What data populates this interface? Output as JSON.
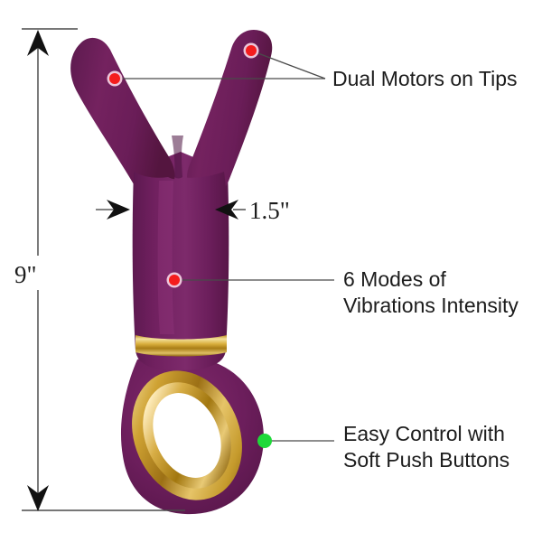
{
  "diagram": {
    "title": "Dual-prong massager product dimension diagram",
    "background_color": "#ffffff",
    "body_color": "#6e1f5e",
    "body_color_dark": "#5d1950",
    "body_color_light": "#8a2d74",
    "gold_color": "#c9992b",
    "gold_highlight": "#f0d98a",
    "gold_dark": "#8a6412",
    "marker_red": "#f41d1d",
    "marker_green": "#1fd93a",
    "line_color": "#4a4a4a"
  },
  "dimensions": {
    "height_label": "9\"",
    "width_label": "1.5\""
  },
  "annotations": [
    {
      "id": "dual-motors",
      "text": "Dual Motors on Tips",
      "marker_color": "#f41d1d"
    },
    {
      "id": "six-modes",
      "line1": "6 Modes of",
      "line2": "Vibrations Intensity",
      "marker_color": "#f41d1d"
    },
    {
      "id": "easy-control",
      "line1": "Easy Control with",
      "line2": "Soft Push Buttons",
      "marker_color": "#1fd93a"
    }
  ]
}
